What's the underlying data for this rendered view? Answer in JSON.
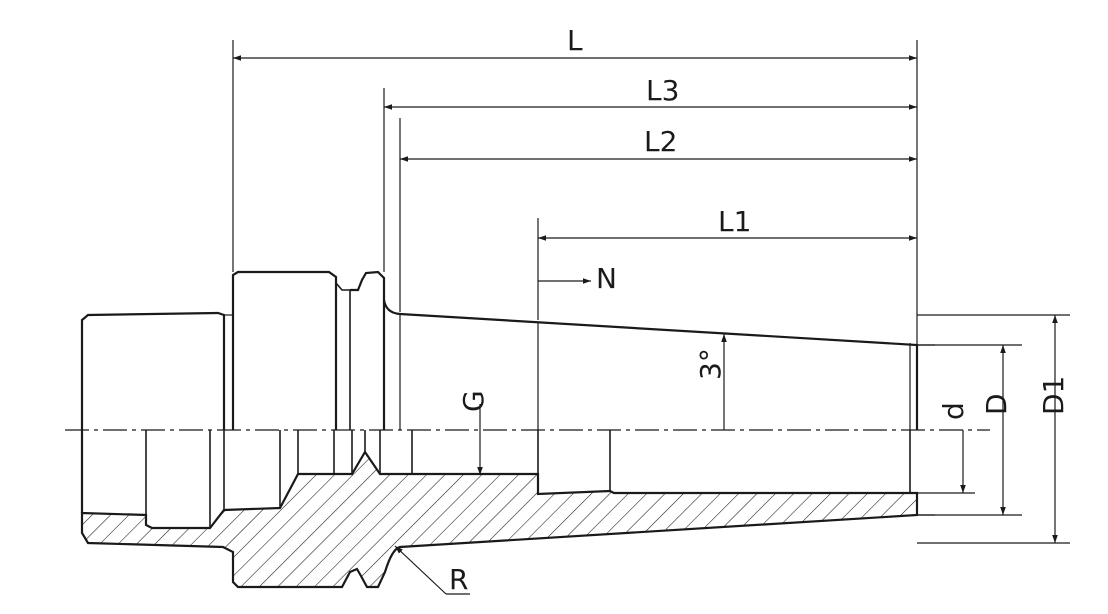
{
  "dimensions": {
    "L": "L",
    "L3": "L3",
    "L2": "L2",
    "L1": "L1",
    "N": "N",
    "G": "G",
    "R": "R",
    "angle": "3°",
    "d": "d",
    "D": "D",
    "D1": "D1"
  },
  "colors": {
    "line": "#1a1a1a",
    "background": "#ffffff"
  }
}
